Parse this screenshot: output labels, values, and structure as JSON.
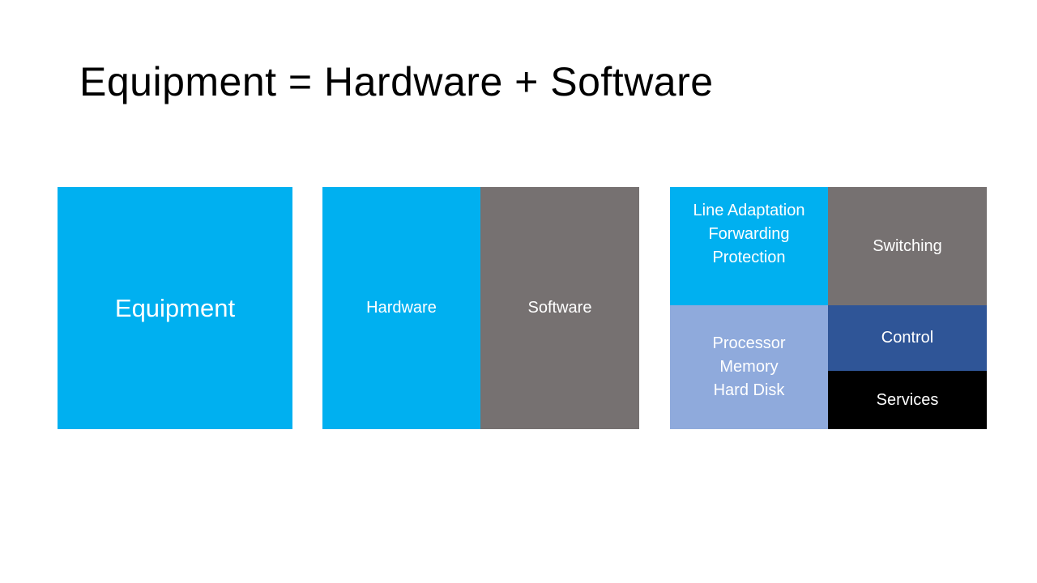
{
  "title": "Equipment = Hardware + Software",
  "diagram1": {
    "equipment": "Equipment"
  },
  "diagram2": {
    "hardware": "Hardware",
    "software": "Software"
  },
  "diagram3": {
    "hardware_top": [
      "Line Adaptation",
      "Forwarding",
      "Protection"
    ],
    "switching": "Switching",
    "hardware_bottom": [
      "Processor",
      "Memory",
      "Hard Disk"
    ],
    "control": "Control",
    "services": "Services"
  },
  "colors": {
    "blue": "#00b0f0",
    "gray": "#767171",
    "lavender": "#8faadc",
    "navy": "#2f5597",
    "black": "#000000"
  }
}
